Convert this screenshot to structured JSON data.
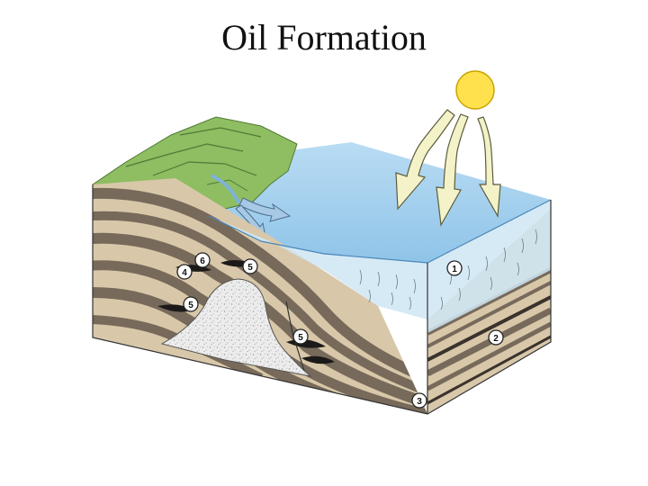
{
  "title": "Oil Formation",
  "markers": {
    "m1": "1",
    "m2": "2",
    "m3": "3",
    "m4": "4",
    "m5a": "5",
    "m5b": "5",
    "m5c": "5",
    "m6": "6"
  },
  "colors": {
    "water": "#a9d3ee",
    "land": "#8fbd62",
    "sediment_light": "#d8c8a9",
    "sediment_dark": "#776a5b",
    "oil": "#1c1a18",
    "salt_dome": "#e5e5e5",
    "sun": "#ffe14d"
  },
  "icons": [
    "sun-icon",
    "sunlight-arrow-icon",
    "runoff-arrow-icon"
  ]
}
